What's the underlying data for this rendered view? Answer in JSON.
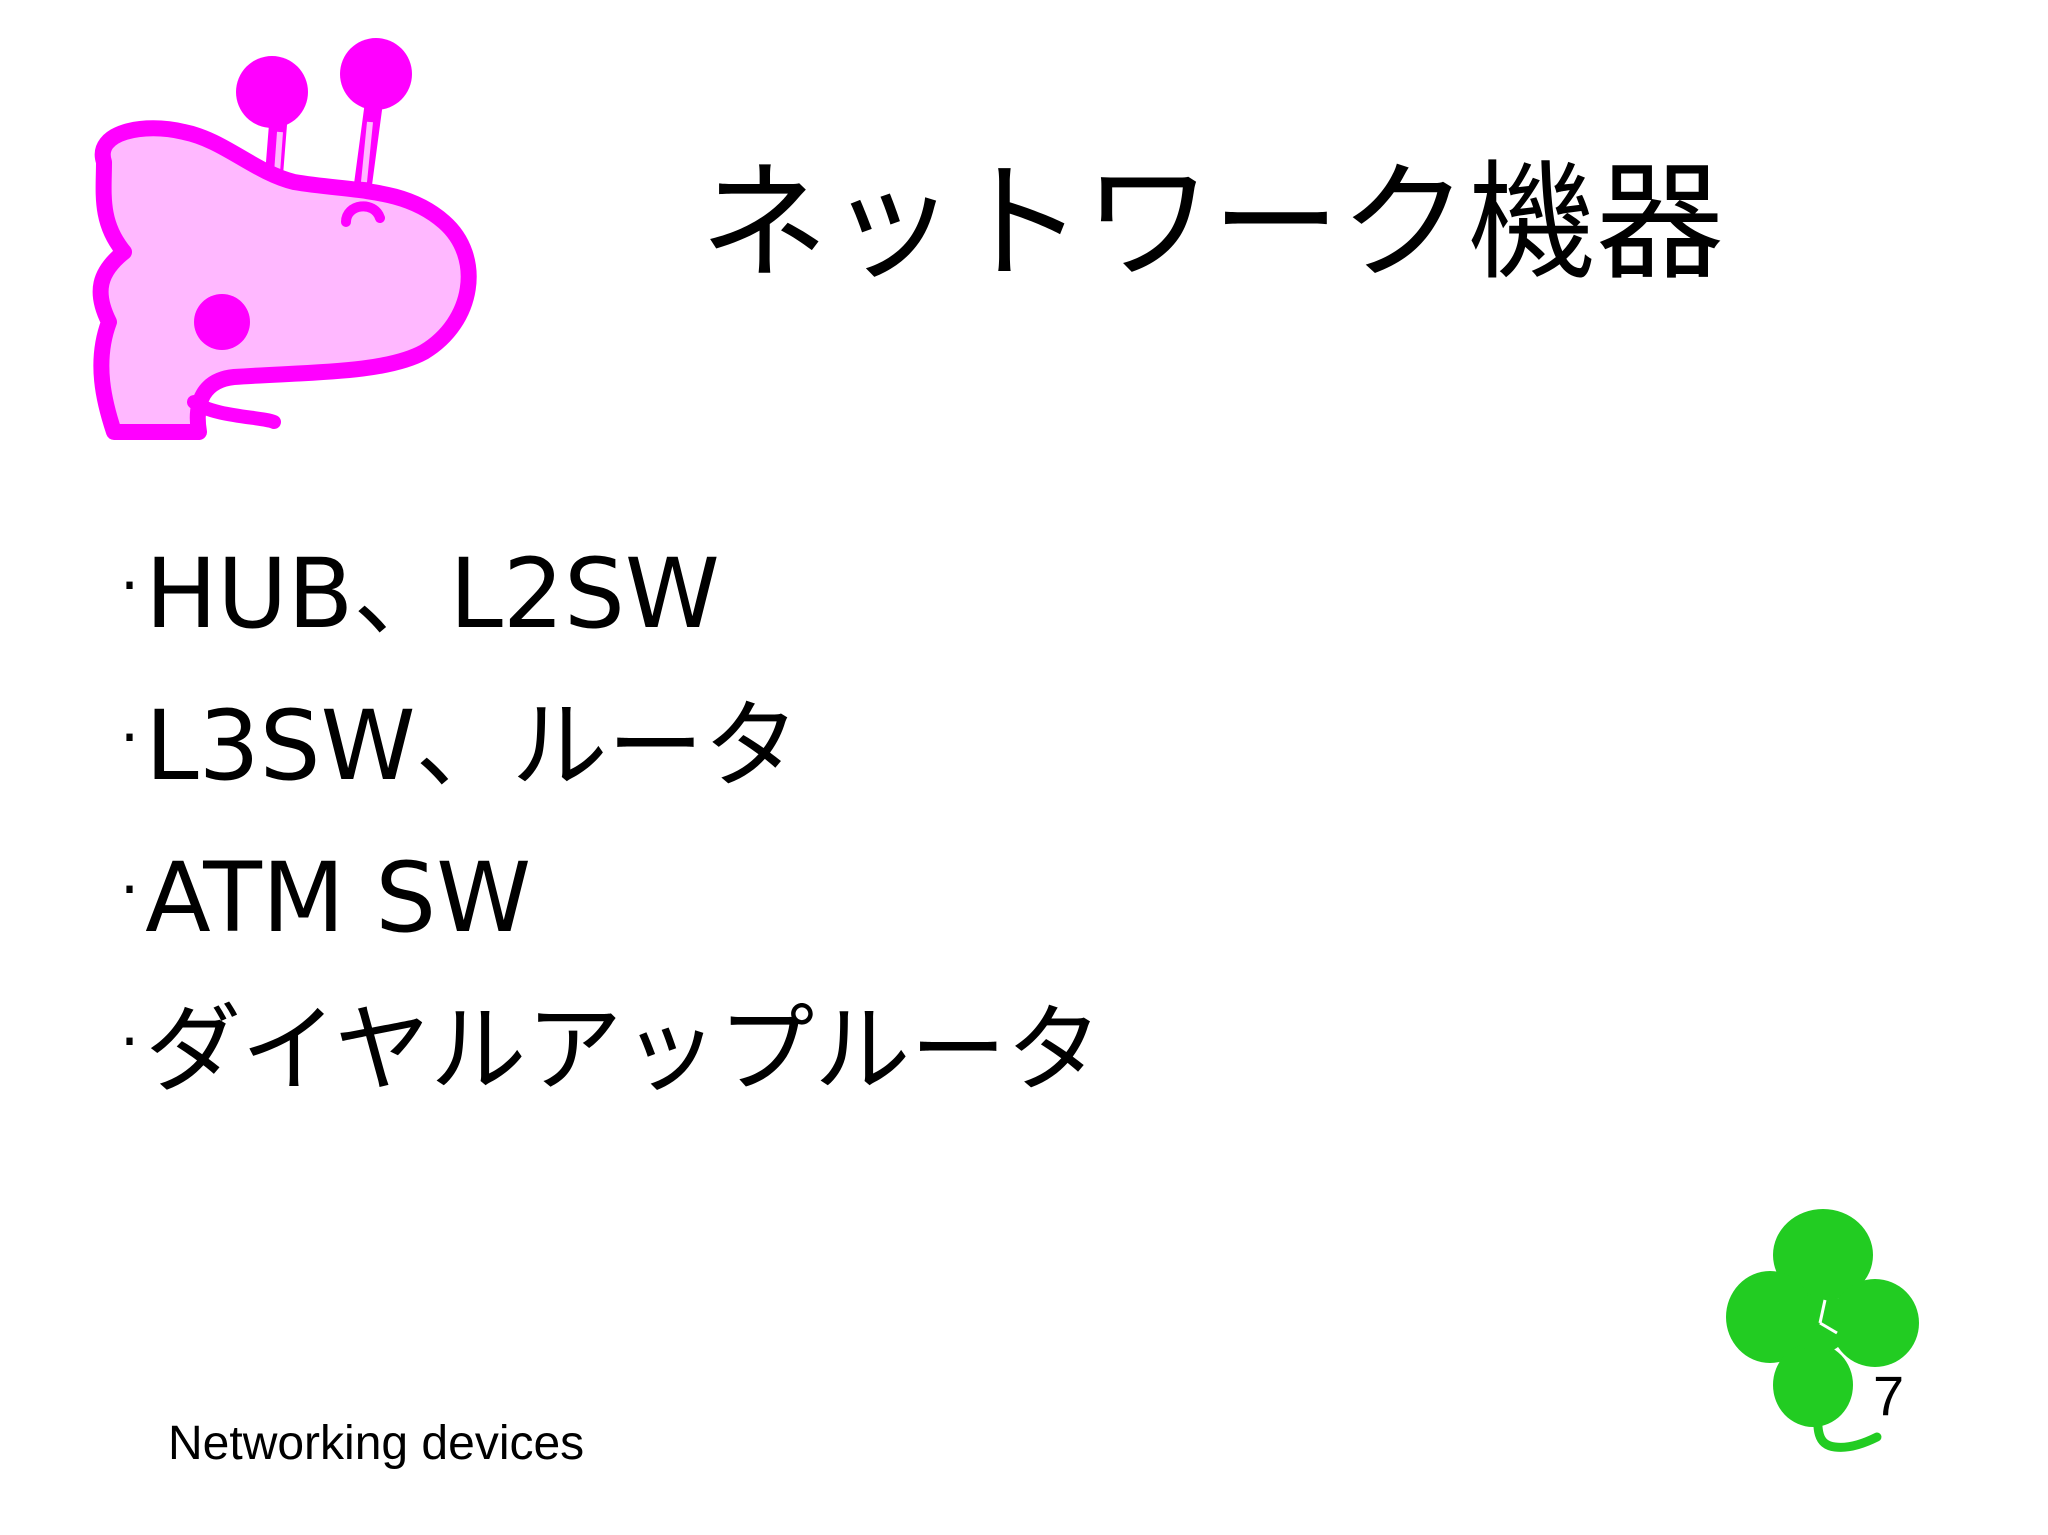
{
  "slide": {
    "title": "ネットワーク機器",
    "bullet_marker": "·",
    "bullets": [
      {
        "text": "HUB、L2SW"
      },
      {
        "text": "L3SW、ルータ"
      },
      {
        "text": "ATM SW"
      },
      {
        "text": "ダイヤルアップルータ"
      }
    ],
    "footer": "Networking devices",
    "page_number": "7"
  },
  "images": {
    "top_left": "giraffe-drawing",
    "bottom_right": "four-leaf-clover-drawing"
  },
  "colors": {
    "giraffe_outline": "#ff00ff",
    "giraffe_fill": "#ffb8ff",
    "clover": "#22cc22",
    "text": "#000000",
    "background": "#ffffff"
  }
}
